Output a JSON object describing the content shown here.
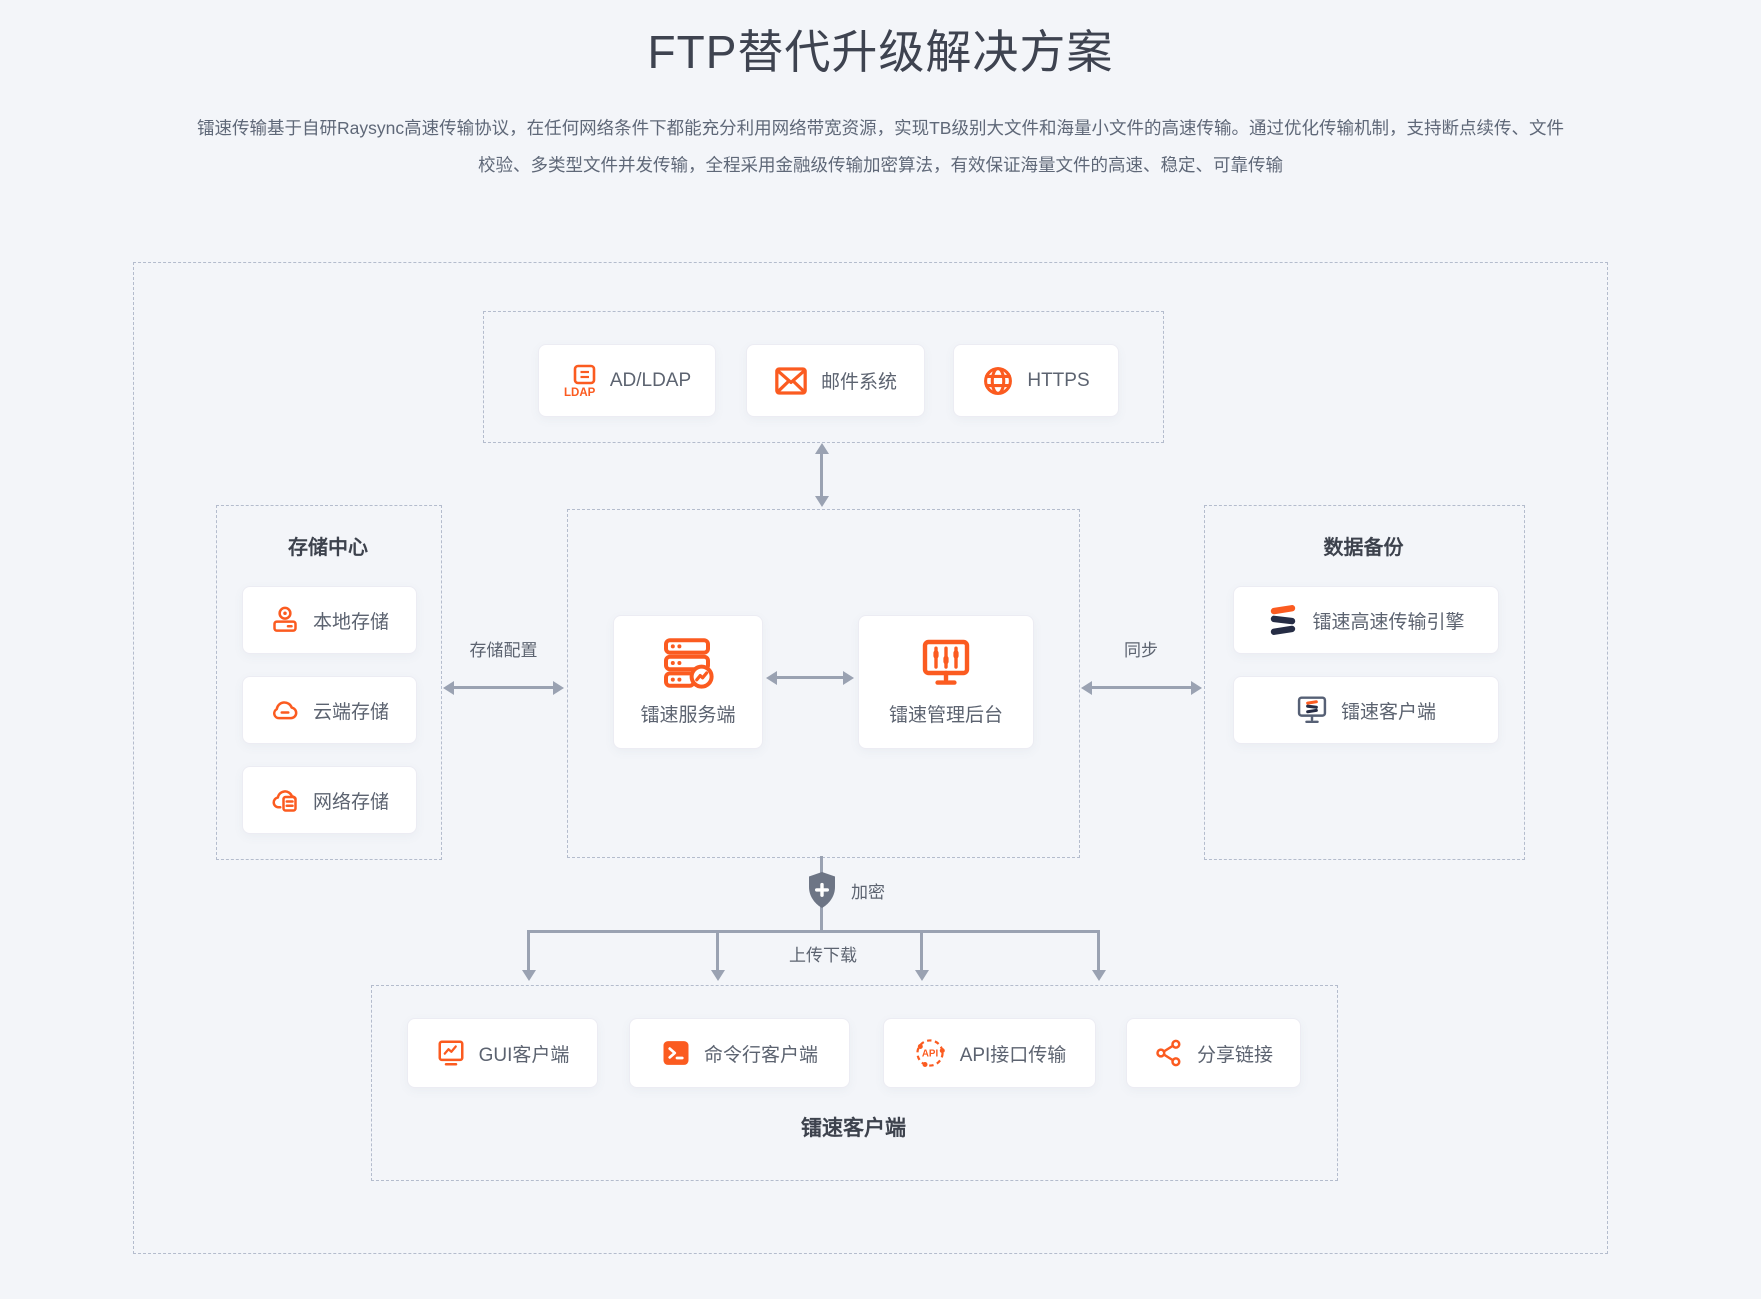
{
  "header": {
    "title": "FTP替代升级解决方案",
    "subtitle": "镭速传输基于自研Raysync高速传输协议，在任何网络条件下都能充分利用网络带宽资源，实现TB级别大文件和海量小文件的高速传输。通过优化传输机制，支持断点续传、文件校验、多类型文件并发传输，全程采用金融级传输加密算法，有效保证海量文件的高速、稳定、可靠传输"
  },
  "top_services": {
    "items": [
      {
        "label": "AD/LDAP",
        "icon": "ldap-icon"
      },
      {
        "label": "邮件系统",
        "icon": "mail-icon"
      },
      {
        "label": "HTTPS",
        "icon": "globe-icon"
      }
    ]
  },
  "storage_center": {
    "title": "存储中心",
    "items": [
      {
        "label": "本地存储",
        "icon": "local-storage-icon"
      },
      {
        "label": "云端存储",
        "icon": "cloud-storage-icon"
      },
      {
        "label": "网络存储",
        "icon": "network-storage-icon"
      }
    ]
  },
  "core": {
    "server_label": "镭速服务端",
    "admin_label": "镭速管理后台"
  },
  "data_backup": {
    "title": "数据备份",
    "items": [
      {
        "label": "镭速高速传输引擎",
        "icon": "raysync-engine-icon"
      },
      {
        "label": "镭速客户端",
        "icon": "raysync-client-icon"
      }
    ]
  },
  "connectors": {
    "storage_config": "存储配置",
    "sync": "同步",
    "encrypt": "加密",
    "upload_download": "上传下载"
  },
  "clients": {
    "title": "镭速客户端",
    "items": [
      {
        "label": "GUI客户端",
        "icon": "gui-client-icon"
      },
      {
        "label": "命令行客户端",
        "icon": "terminal-icon"
      },
      {
        "label": "API接口传输",
        "icon": "api-icon"
      },
      {
        "label": "分享链接",
        "icon": "share-icon"
      }
    ]
  },
  "icon_texts": {
    "ldap": "LDAP",
    "api": "API"
  },
  "colors": {
    "accent_orange": "#fb5b20",
    "brand_navy": "#262d45",
    "connector_gray": "#9aa2b2",
    "shield_gray": "#6d7585",
    "background": "#f3f5f9"
  }
}
